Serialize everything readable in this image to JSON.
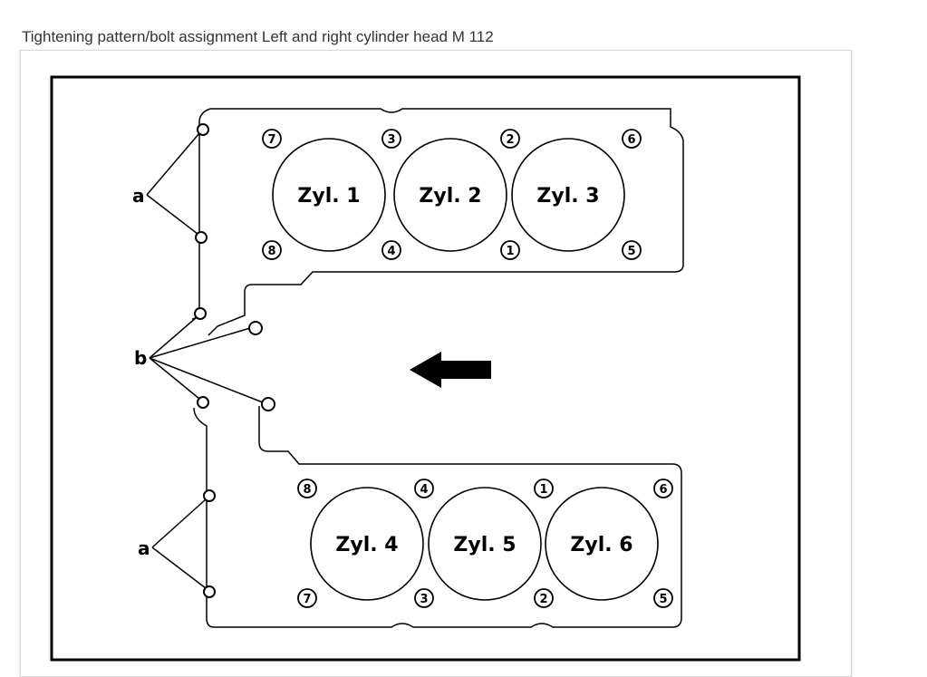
{
  "caption": "Tightening pattern/bolt assignment Left and right cylinder head M 112",
  "diagram": {
    "upper_head": {
      "cylinders": [
        "Zyl. 1",
        "Zyl. 2",
        "Zyl. 3"
      ],
      "bolts_top": [
        "7",
        "3",
        "2",
        "6"
      ],
      "bolts_bottom": [
        "8",
        "4",
        "1",
        "5"
      ]
    },
    "lower_head": {
      "cylinders": [
        "Zyl. 4",
        "Zyl. 5",
        "Zyl. 6"
      ],
      "bolts_top": [
        "8",
        "4",
        "1",
        "6"
      ],
      "bolts_bottom": [
        "7",
        "3",
        "2",
        "5"
      ]
    },
    "labels": {
      "a_upper": "a",
      "b": "b",
      "a_lower": "a"
    },
    "arrow_direction": "left",
    "colors": {
      "line": "#000000",
      "caption": "#333333",
      "card_border": "#d9d9d9"
    }
  }
}
